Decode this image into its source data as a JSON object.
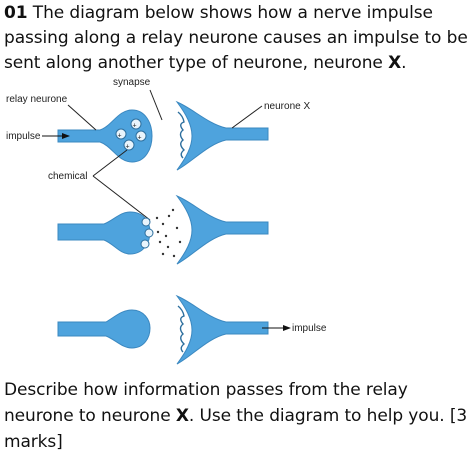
{
  "question": {
    "number": "01",
    "intro": "The diagram below shows how a nerve impulse passing along a relay neurone causes an impulse to be sent along another type of neurone, neurone",
    "neurone_letter": "X",
    "end_punct": "."
  },
  "diagram": {
    "labels": {
      "synapse": "synapse",
      "relay_neurone": "relay neurone",
      "neurone_x": "neurone X",
      "impulse_in": "impulse",
      "chemical": "chemical",
      "impulse_out": "impulse"
    },
    "colors": {
      "neurone_fill": "#4ea3dd",
      "neurone_edge": "#3b88c0",
      "vesicle_fill": "#e8f4fc",
      "chemical_dot": "#333333"
    },
    "stages": [
      "impulse arrives at relay neurone ending with vesicles",
      "chemical released into synapse",
      "impulse sent along neurone X"
    ]
  },
  "footer": {
    "part1": "Describe how information passes from the relay neurone to neurone",
    "letter": "X",
    "part2": ". Use the diagram to help you. [3 marks]"
  }
}
